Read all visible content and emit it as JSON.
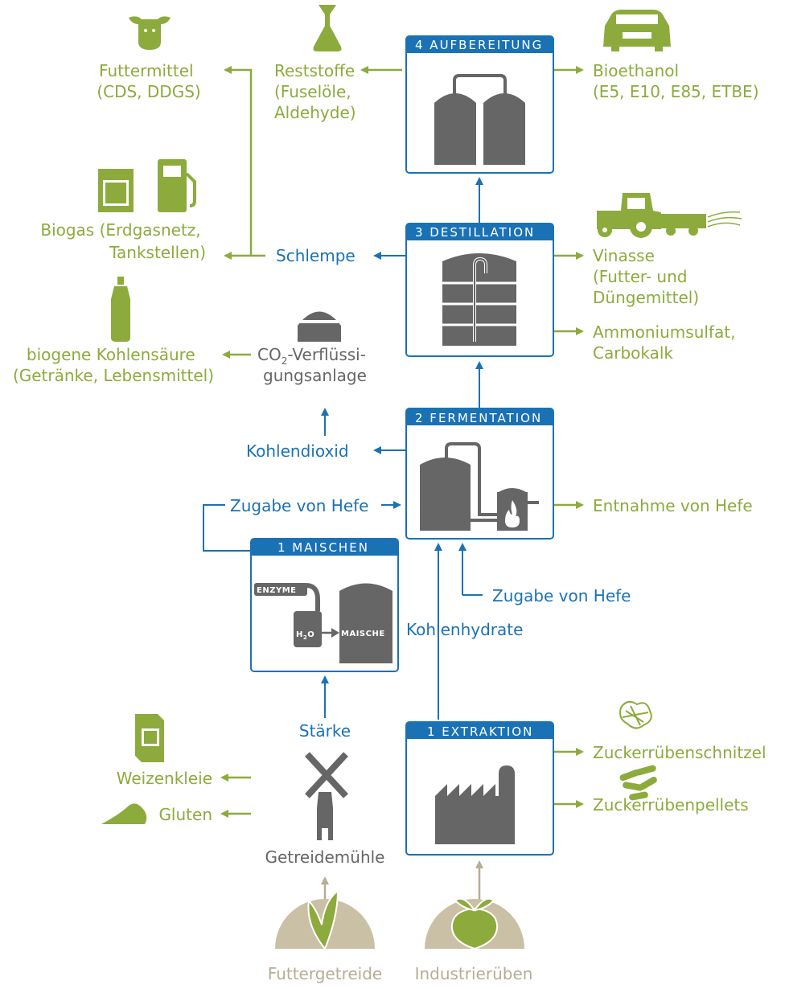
{
  "stages": {
    "aufbereitung": "4  AUFBEREITUNG",
    "destillation": "3  DESTILLATION",
    "fermentation": "2  FERMENTATION",
    "maischen": "1  MAISCHEN",
    "extraktion": "1  EXTRAKTION"
  },
  "products": {
    "futtermittel": [
      "Futtermittel",
      "(CDS, DDGS)"
    ],
    "reststoffe": [
      "Reststoffe",
      "(Fuselöle,",
      "Aldehyde)"
    ],
    "bioethanol": [
      "Bioethanol",
      "(E5, E10, E85, ETBE)"
    ],
    "biogas": [
      "Biogas (Erdgasnetz,",
      "Tankstellen)"
    ],
    "vinasse": [
      "Vinasse",
      "(Futter- und",
      "Düngemittel)"
    ],
    "ammonium": [
      "Ammoniumsulfat,",
      "Carbokalk"
    ],
    "kohlensaeure": [
      "biogene Kohlensäure",
      "(Getränke, Lebensmittel)"
    ],
    "entnahme_hefe": "Entnahme von Hefe",
    "weizenkleie": "Weizenkleie",
    "gluten": "Gluten",
    "schnitzel": "Zuckerrübenschnitzel",
    "pellets": "Zuckerrübenpellets"
  },
  "intermediates": {
    "schlempe": "Schlempe",
    "kohlendioxid": "Kohlendioxid",
    "co2_prefix": "CO",
    "co2_sub": "2",
    "co2_rest": "-Verflüssi-",
    "co2_line2": "gungsanlage",
    "zugabe_hefe_left": "Zugabe von Hefe",
    "zugabe_hefe_bottom": "Zugabe von Hefe",
    "kohlenhydrate": "Kohlenhydrate",
    "staerke": "Stärke",
    "getreidemuehle": "Getreidemühle"
  },
  "inputs": {
    "futtergetreide": "Futtergetreide",
    "industrierueben": "Industrierüben"
  },
  "icon_text": {
    "enzyme": "ENZYME",
    "h2o_h": "H",
    "h2o_2": "2",
    "h2o_o": "O",
    "maische": "MAISCHE"
  },
  "colors": {
    "green": "#8cab3c",
    "blue": "#1a72b5",
    "gray": "#666666",
    "tan": "#b5ad95"
  }
}
